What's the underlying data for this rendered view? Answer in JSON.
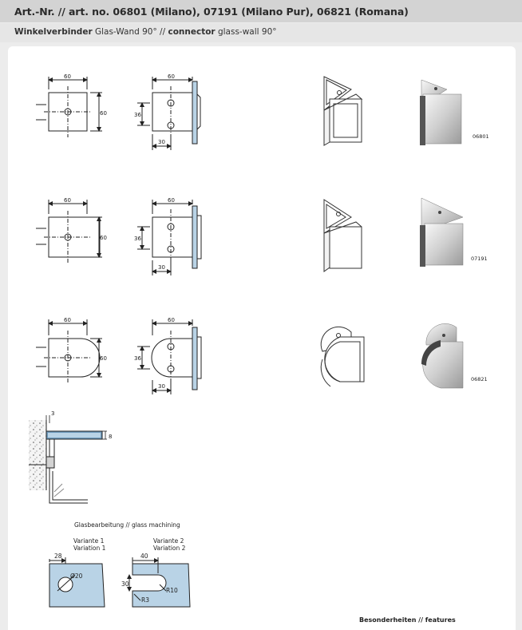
{
  "header": {
    "title": "Art.-Nr. // art. no. 06801 (Milano), 07191 (Milano Pur), 06821 (Romana)",
    "subtitle_de_bold": "Winkelverbinder",
    "subtitle_de": " Glas-Wand 90° // ",
    "subtitle_en_bold": "connector",
    "subtitle_en": " glass-wall 90°"
  },
  "drawings": {
    "dim_60": "60",
    "dim_36": "36",
    "dim_30": "30",
    "dim_3": "3",
    "dim_8": "8"
  },
  "products": [
    {
      "code": "06801"
    },
    {
      "code": "07191"
    },
    {
      "code": "06821"
    }
  ],
  "machining": {
    "caption": "Glasbearbeitung // glass machining",
    "variant1_de": "Variante 1",
    "variant1_en": "Variation 1",
    "variant2_de": "Variante 2",
    "variant2_en": "Variation 2",
    "v1_dim": "28",
    "v1_hole": "Ø20",
    "v2_dim_w": "40",
    "v2_dim_h": "30",
    "v2_r_outer": "R10",
    "v2_r_inner": "R3"
  },
  "features_label": "Besonderheiten // features",
  "colors": {
    "glass": "#b9d3e6",
    "bar": "#d3d3d3",
    "accent": "#6f9bbd"
  }
}
